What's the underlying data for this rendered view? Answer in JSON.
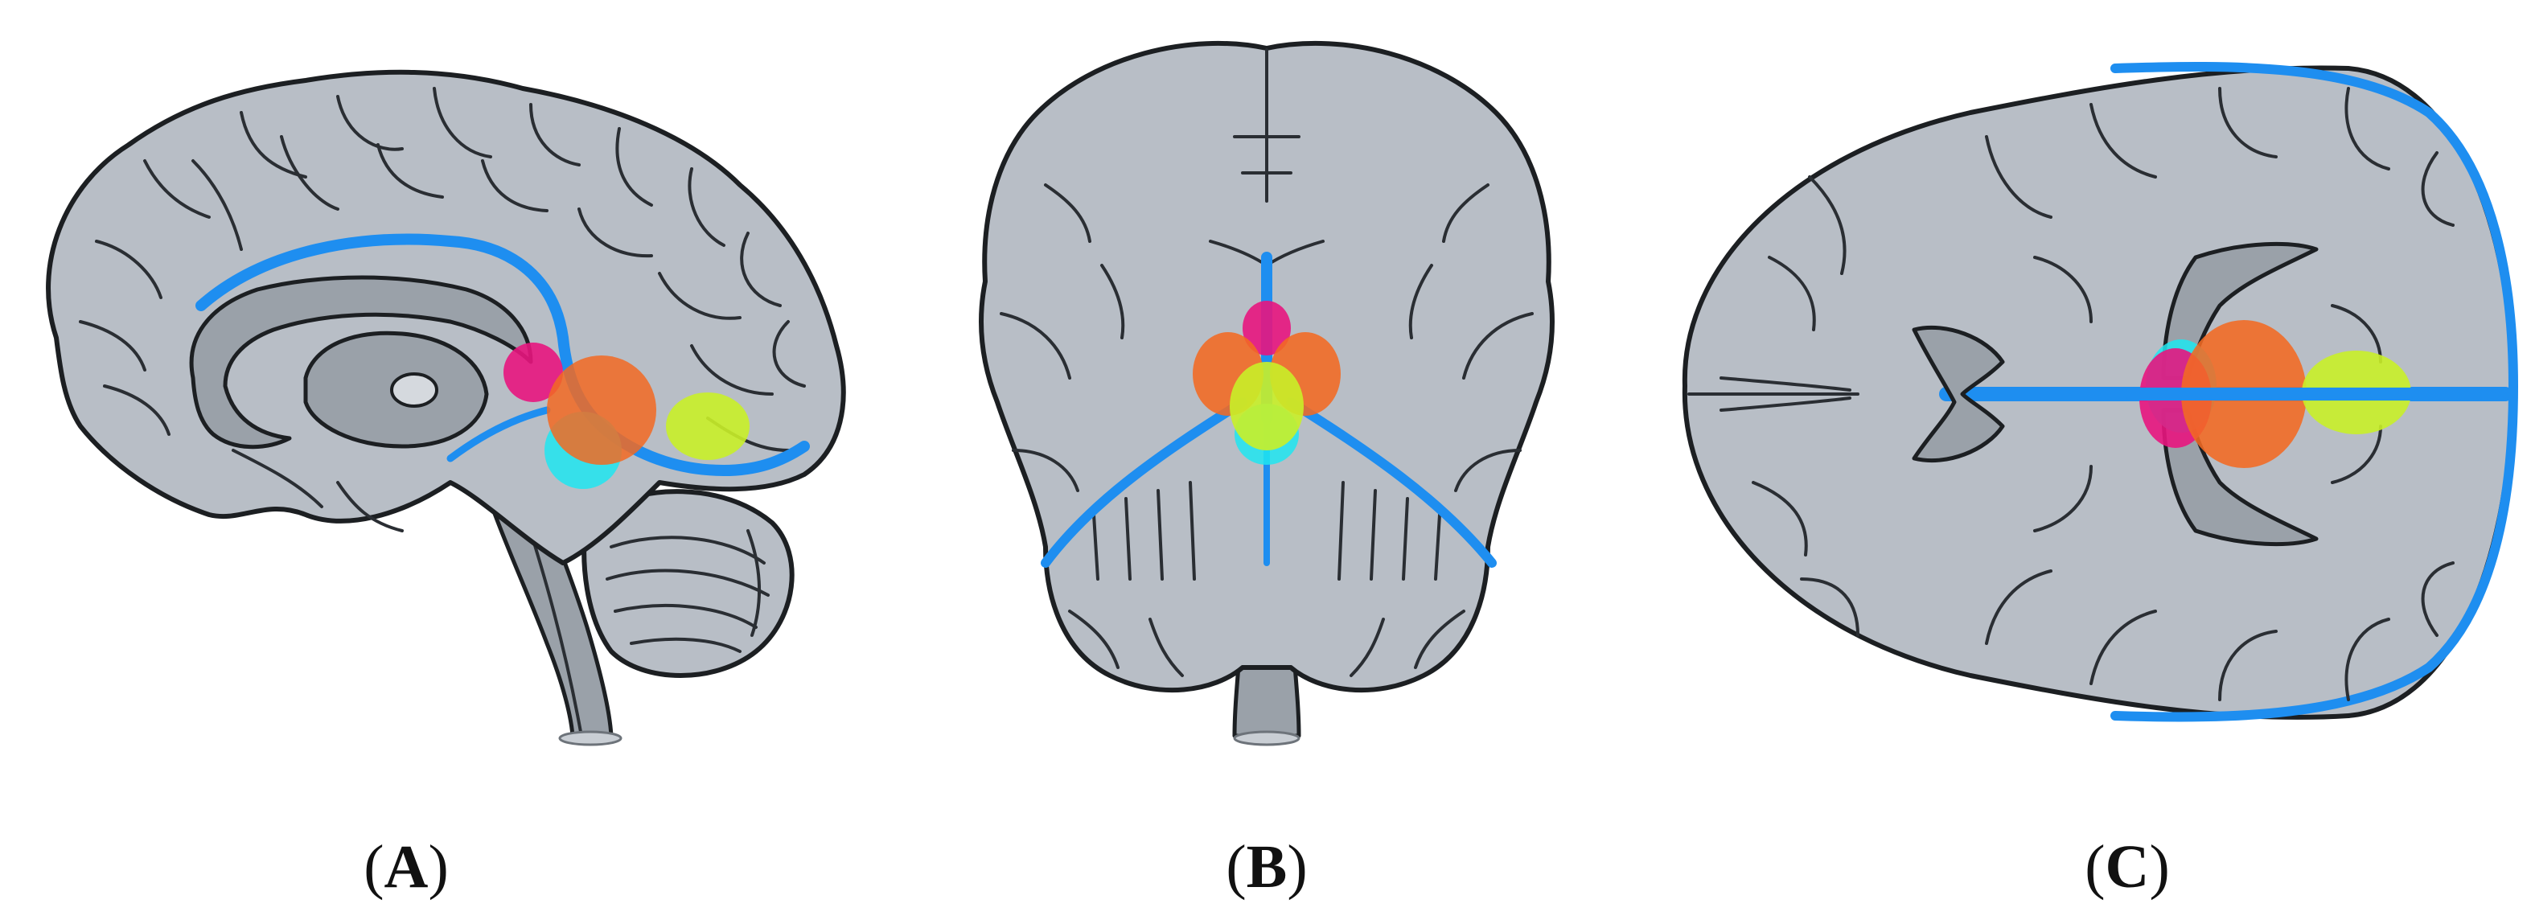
{
  "panels": {
    "a": {
      "letter": "A"
    },
    "b": {
      "letter": "B"
    },
    "c": {
      "letter": "C"
    }
  },
  "colors": {
    "tissue": "#b8bec6",
    "tissue_dark": "#8d949c",
    "outline": "#1c1f22",
    "sulcus": "#2a2e33",
    "vessel": "#1e8ef0",
    "magenta": "#e8157e",
    "orange": "#f26a22",
    "cyan": "#1ee6f0",
    "lime": "#c9f028"
  }
}
